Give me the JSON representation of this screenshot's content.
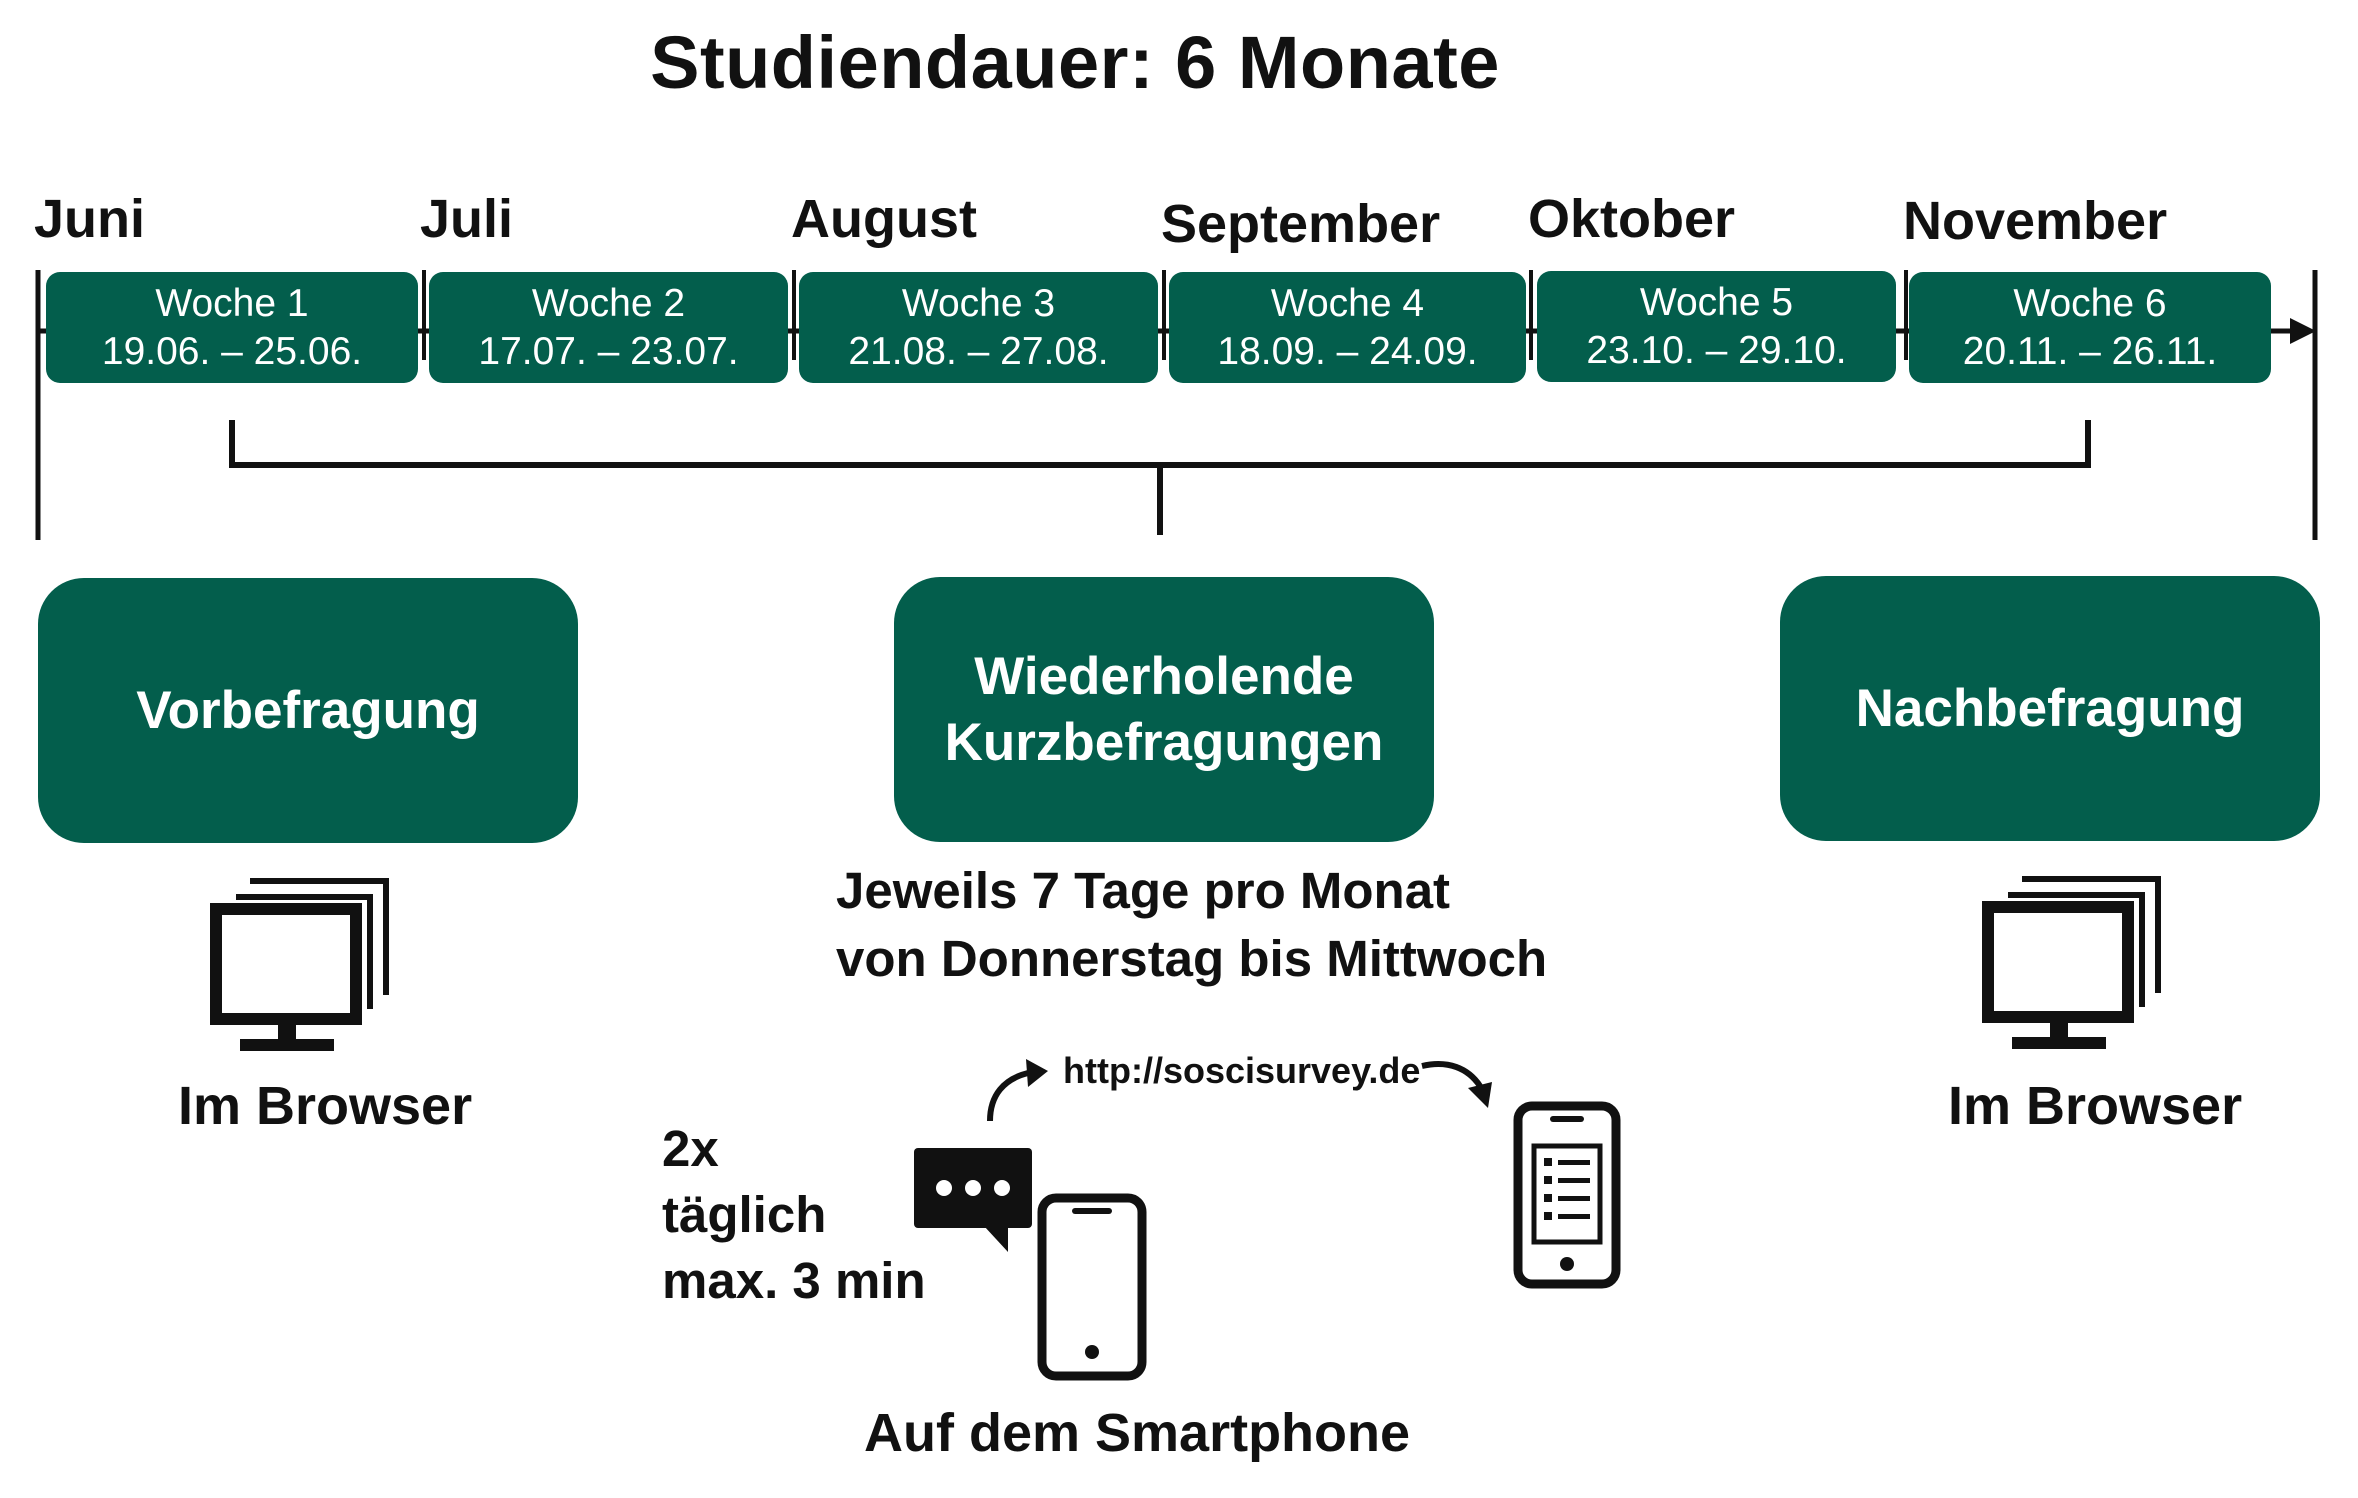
{
  "title": "Studiendauer: 6 Monate",
  "months": [
    "Juni",
    "Juli",
    "August",
    "September",
    "Oktober",
    "November"
  ],
  "weeks": [
    {
      "label": "Woche 1",
      "dates": "19.06. – 25.06."
    },
    {
      "label": "Woche 2",
      "dates": "17.07. – 23.07."
    },
    {
      "label": "Woche 3",
      "dates": "21.08. – 27.08."
    },
    {
      "label": "Woche 4",
      "dates": "18.09. – 24.09."
    },
    {
      "label": "Woche 5",
      "dates": "23.10. – 29.10."
    },
    {
      "label": "Woche 6",
      "dates": "20.11. – 26.11."
    }
  ],
  "phases": {
    "pre": {
      "label": "Vorbefragung",
      "medium": "Im Browser"
    },
    "repeated": {
      "line1": "Wiederholende",
      "line2": "Kurzbefragungen",
      "desc_line1": "Jeweils 7 Tage pro Monat",
      "desc_line2": "von Donnerstag bis Mittwoch"
    },
    "post": {
      "label": "Nachbefragung",
      "medium": "Im Browser"
    }
  },
  "frequency": {
    "line1": "2x",
    "line2": "täglich",
    "line3": "max. 3 min"
  },
  "url": "http://soscisurvey.de",
  "smartphone_label": "Auf dem Smartphone",
  "icons": [
    "monitor-icon",
    "chat-bubble-icon",
    "smartphone-icon",
    "questionnaire-phone-icon",
    "curved-arrow-icon"
  ],
  "colors": {
    "box": "#035e4c",
    "text": "#111111",
    "box_text": "#ffffff"
  }
}
